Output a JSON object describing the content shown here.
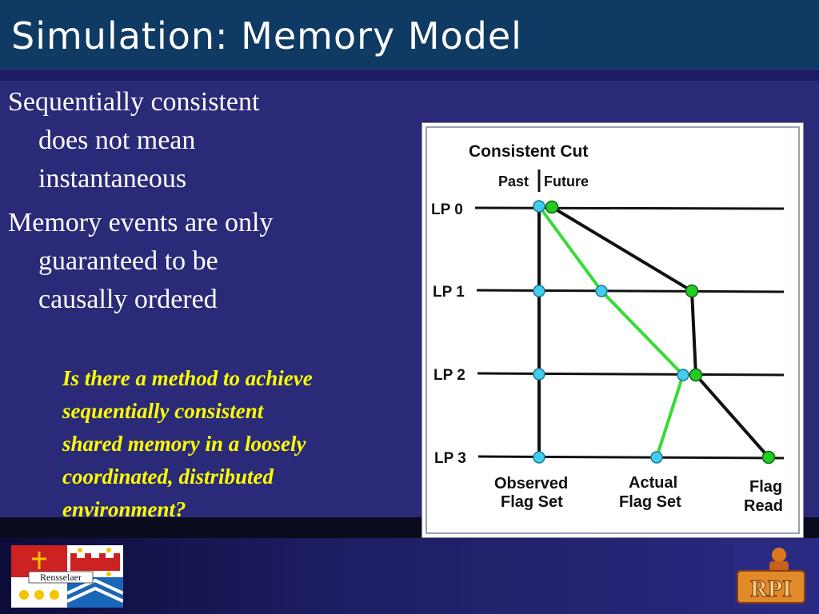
{
  "slide": {
    "title": "Simulation: Memory Model",
    "bullets": [
      {
        "line1": "Sequentially consistent",
        "line2": "does not mean",
        "line3": "instantaneous"
      },
      {
        "line1": "Memory events are only",
        "line2": "guaranteed to be",
        "line3": "causally ordered"
      }
    ],
    "question": [
      "Is there a method to achieve",
      "sequentially consistent",
      "shared memory in a loosely",
      "coordinated, distributed",
      "environment?"
    ]
  },
  "diagram": {
    "title": "Consistent Cut",
    "past_label": "Past",
    "future_label": "Future",
    "lp_labels": [
      "LP 0",
      "LP 1",
      "LP 2",
      "LP 3"
    ],
    "bottom_labels": {
      "observed": [
        "Observed",
        "Flag Set"
      ],
      "actual": [
        "Actual",
        "Flag Set"
      ],
      "read": [
        "Flag",
        "Read"
      ]
    },
    "colors": {
      "cyan": "#44ccee",
      "green": "#22cc22",
      "line": "#111111"
    }
  },
  "footer": {
    "seal_text": "Rensselaer",
    "logo_text": "RPI"
  }
}
